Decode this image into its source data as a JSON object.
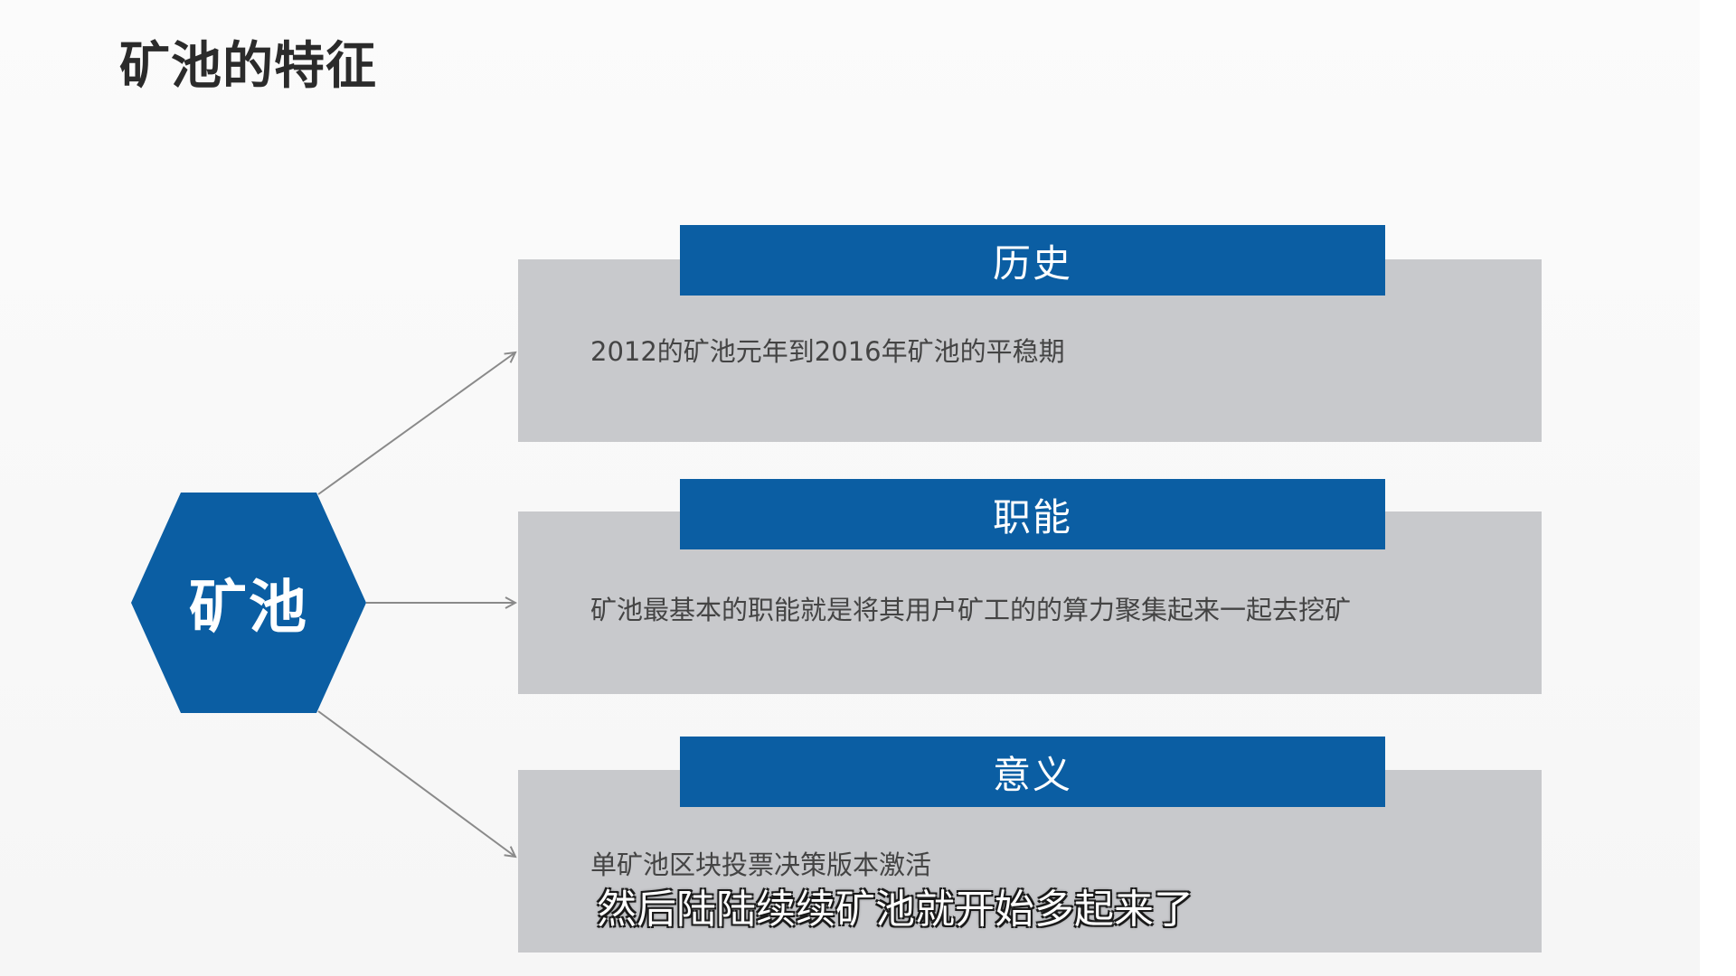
{
  "page": {
    "title": "矿池的特征"
  },
  "center": {
    "label": "矿池"
  },
  "cards": [
    {
      "header": "历史",
      "text": "2012的矿池元年到2016年矿池的平稳期"
    },
    {
      "header": "职能",
      "text": "矿池最基本的职能就是将其用户矿工的的算力聚集起来一起去挖矿"
    },
    {
      "header": "意义",
      "text": "单矿池区块投票决策版本激活"
    }
  ],
  "subtitle": {
    "text": "然后陆陆续续矿池就开始多起来了"
  },
  "colors": {
    "accent": "#0b5ea3",
    "card_bg": "#c8c9cc",
    "connector": "#8a8a8a"
  }
}
